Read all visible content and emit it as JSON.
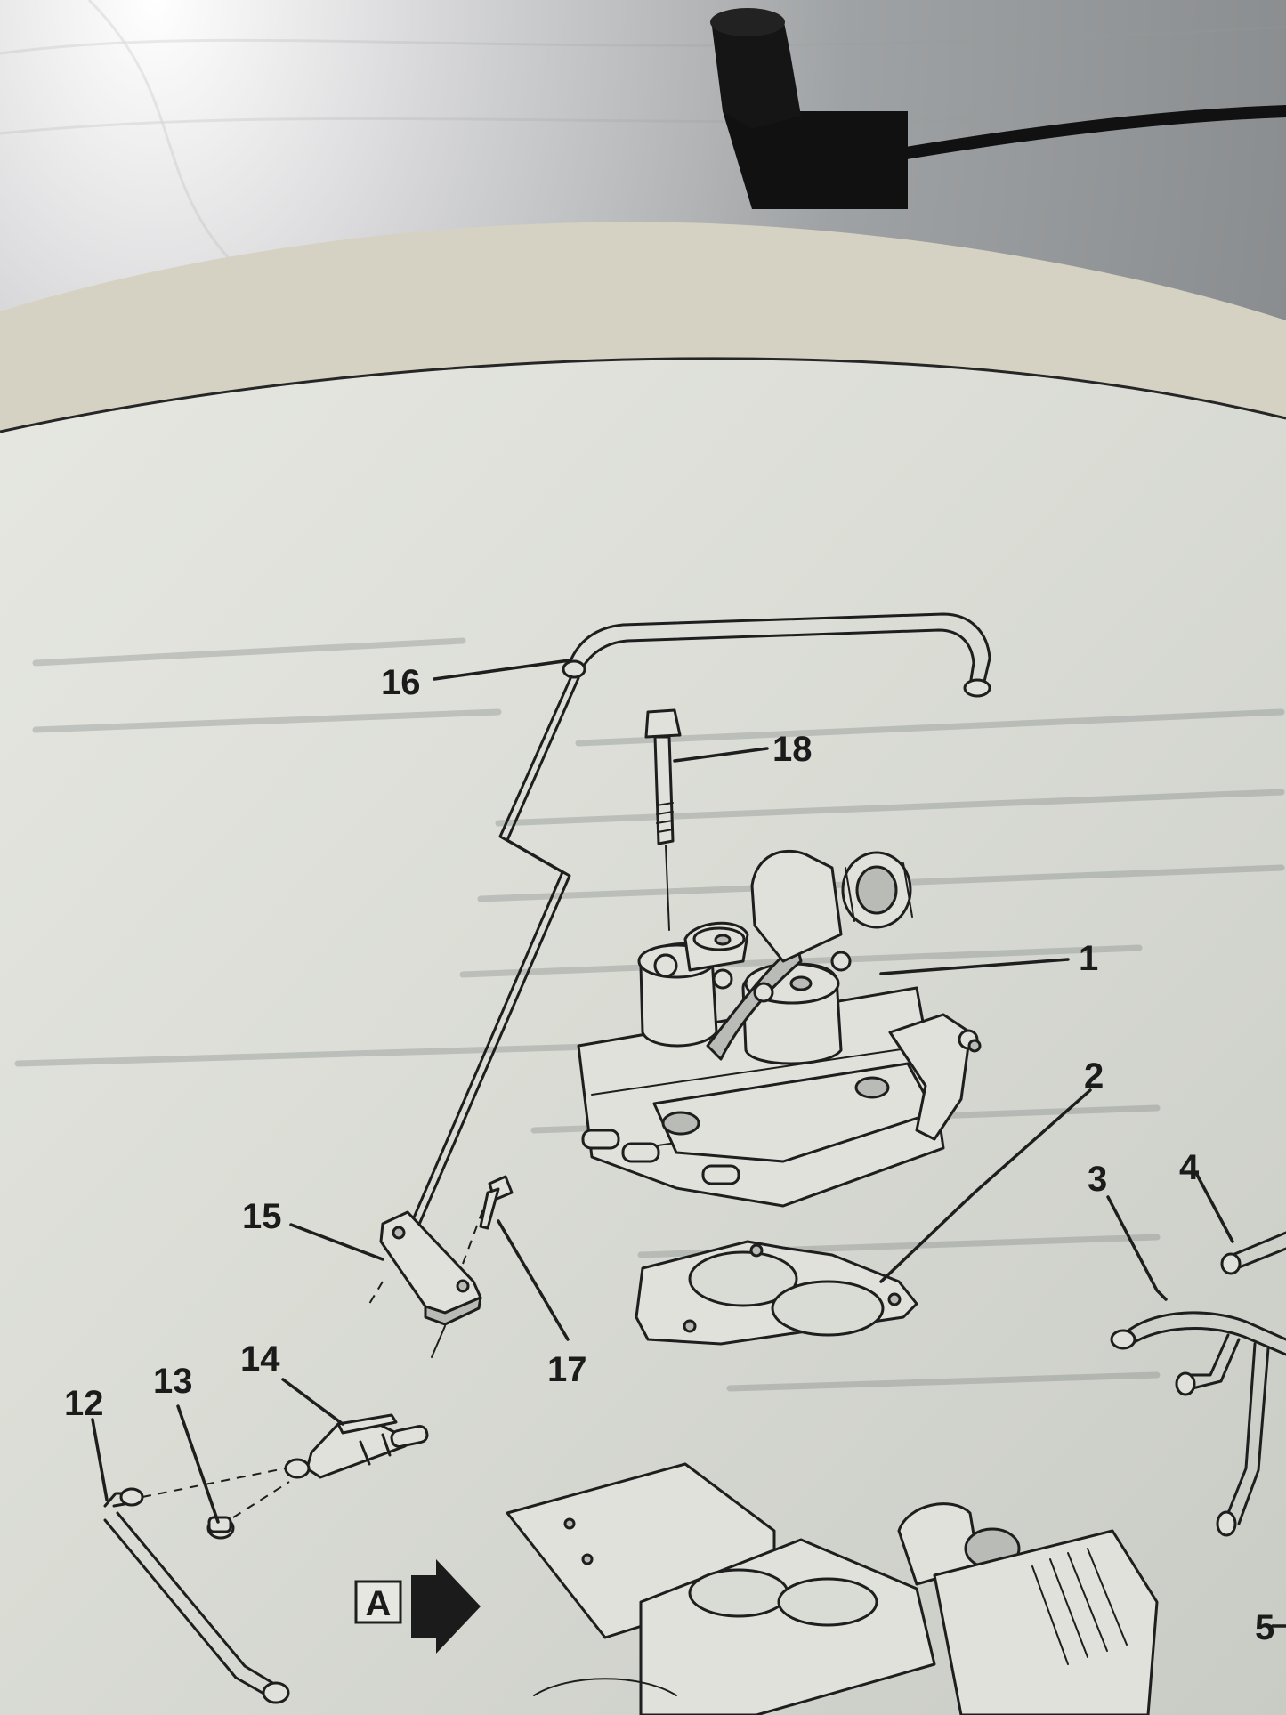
{
  "callouts": {
    "c1": "1",
    "c2": "2",
    "c3": "3",
    "c4": "4",
    "c5": "5",
    "c12": "12",
    "c13": "13",
    "c14": "14",
    "c15": "15",
    "c16": "16",
    "c17": "17",
    "c18": "18"
  },
  "view_marker": {
    "label": "A"
  },
  "colors": {
    "paper": "#d9dcd4",
    "paper_edge": "#cfccbd",
    "ink": "#1e1e1e",
    "background": "#8f9291"
  }
}
